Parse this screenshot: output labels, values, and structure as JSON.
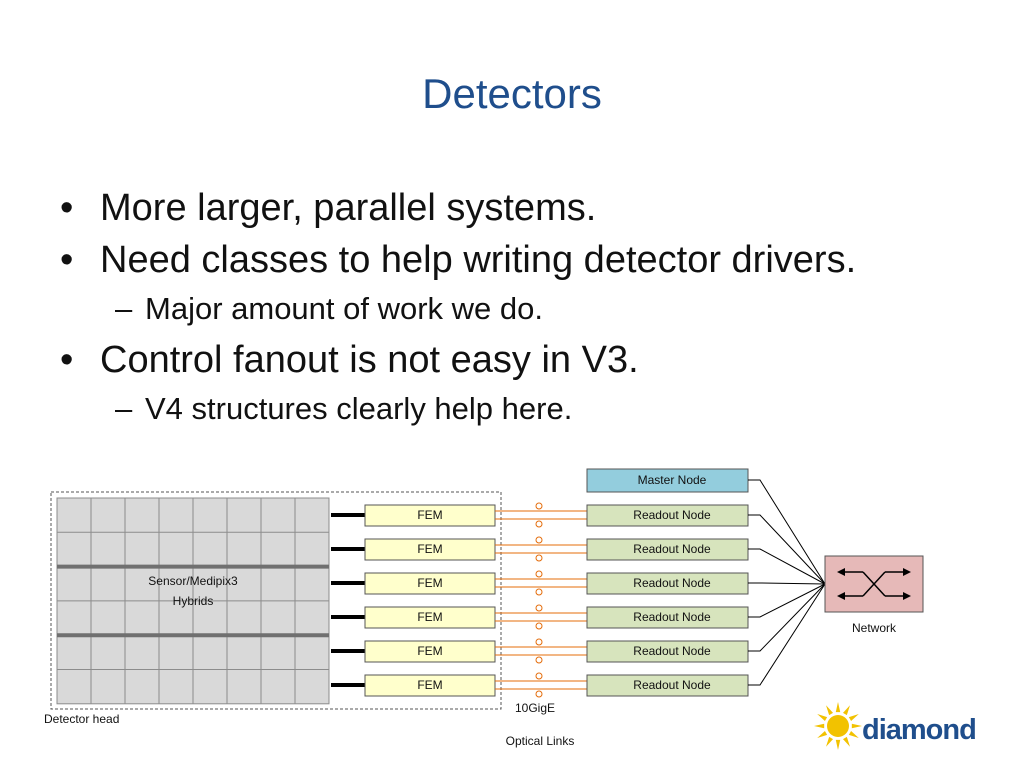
{
  "slide": {
    "title": "Detectors",
    "bullets": [
      {
        "level": 1,
        "text": "More larger, parallel systems."
      },
      {
        "level": 1,
        "text": "Need classes to help writing detector drivers."
      },
      {
        "level": 2,
        "text": "Major amount of work we do."
      },
      {
        "level": 1,
        "text": "Control fanout is not easy in V3."
      },
      {
        "level": 2,
        "text": "V4 structures clearly help here."
      }
    ],
    "bullet_marks": {
      "level1": "•",
      "level2": "–"
    }
  },
  "diagram": {
    "sensor_label_line1": "Sensor/Medipix3",
    "sensor_label_line2": "Hybrids",
    "detector_head_label": "Detector head",
    "fem_label": "FEM",
    "master_node_label": "Master Node",
    "readout_node_label": "Readout Node",
    "network_label": "Network",
    "link_speed_label": "10GigE",
    "optical_links_label": "Optical Links",
    "colors": {
      "fem_fill": "#FFFFCC",
      "readout_fill": "#D7E4BD",
      "master_fill": "#93CDDD",
      "network_fill": "#E6B9B8",
      "link_color": "#E46C0A",
      "grid_fill": "#D9D9D9"
    }
  },
  "logo": {
    "text": "diamond",
    "icon": "diamond-sunburst-icon"
  }
}
